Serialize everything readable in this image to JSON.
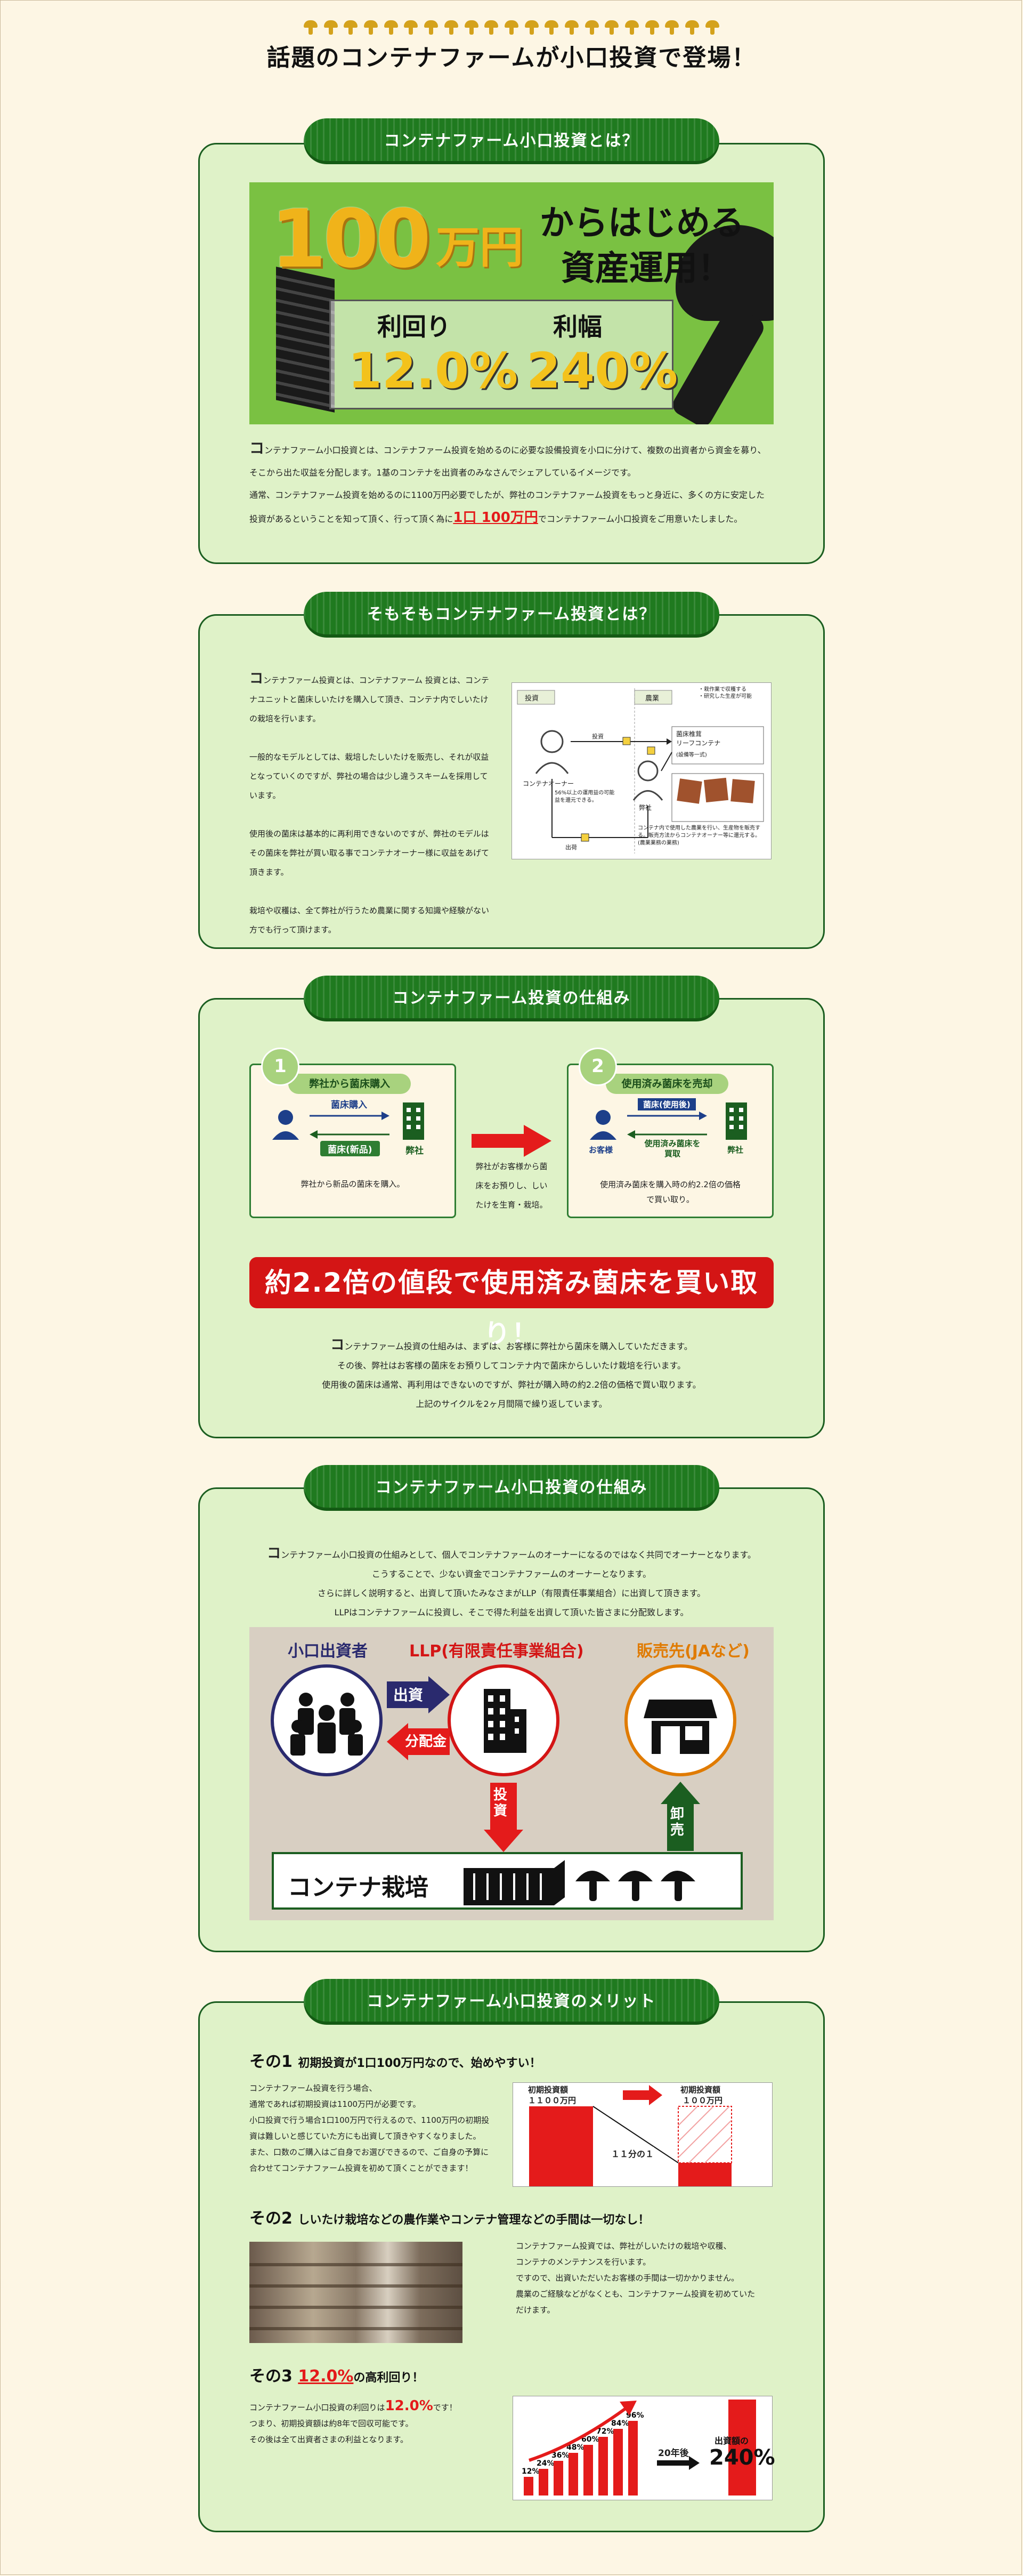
{
  "header": {
    "title": "話題のコンテナファームが小口投資で登場！"
  },
  "section1": {
    "ribbon": "コンテナファーム小口投資とは？",
    "banner": {
      "amount": "100",
      "amount_unit": "万円",
      "line1": "からはじめる",
      "line2": "資産運用！",
      "yield_label": "利回り",
      "yield_value": "12.0%",
      "margin_label": "利幅",
      "margin_value": "240%"
    },
    "p1_first": "コ",
    "p1": "ンテナファーム小口投資とは、コンテナファーム投資を始めるのに必要な設備投資を小口に分けて、複数の出資者から資金を募り、",
    "p2": "そこから出た収益を分配します。1基のコンテナを出資者のみなさんでシェアしているイメージです。",
    "p3": "通常、コンテナファーム投資を始めるのに1100万円必要でしたが、弊社のコンテナファーム投資をもっと身近に、多くの方に安定した",
    "p4_pre": "投資があるということを知って頂く、行って頂く為に",
    "p4_em": "1口 100万円",
    "p4_post": "でコンテナファーム小口投資をご用意いたしました。"
  },
  "section2": {
    "ribbon": "そもそもコンテナファーム投資とは？",
    "p_first": "コ",
    "lines": [
      "ンテナファーム投資とは、コンテナファーム 投資とは、コンテ",
      "ナユニットと菌床しいたけを購入して頂き、コンテナ内でしいたけ",
      "の栽培を行います。",
      "",
      "一般的なモデルとしては、栽培したしいたけを販売し、それが収益",
      "となっていくのですが、弊社の場合は少し違うスキームを採用して",
      "います。",
      "",
      "使用後の菌床は基本的に再利用できないのですが、弊社のモデルは",
      "その菌床を弊社が買い取る事でコンテナオーナー様に収益をあげて",
      "頂きます。",
      "",
      "栽培や収穫は、全て弊社が行うため農業に関する知識や経験がない",
      "方でも行って頂けます。"
    ],
    "diagram": {
      "col1": "投資",
      "col2": "農業",
      "note_top": "・栽作業で収穫する\n・研究した生産が可能",
      "owner": "コンテナオーナー",
      "company": "弊社",
      "product": "菌床椎茸\nリーフコンテナ",
      "product_sub": "(設備等一式)",
      "note_left": "56%以上の運用益の可能\n益を還元できる。",
      "note_bottom": "コンテナ内で使用した農業を行い、生産物を販売する。販売方法からコンテナオーナー等に還元する。(農業業務の業務)",
      "arrow1": "投資",
      "arrow2": "出荷"
    }
  },
  "section3": {
    "ribbon": "コンテナファーム投資の仕組み",
    "step1": {
      "num": "1",
      "head": "弊社から菌床購入",
      "arrow_top": "菌床購入",
      "arrow_bottom": "菌床(新品)",
      "company": "弊社",
      "desc": "弊社から新品の菌床を購入。"
    },
    "middle_text": [
      "弊社がお客様から菌",
      "床をお預りし、しい",
      "たけを生育・栽培。"
    ],
    "step2": {
      "num": "2",
      "head": "使用済み菌床を売却",
      "arrow_top": "菌床(使用後)",
      "arrow_bottom": "使用済み菌床を\n買取",
      "customer": "お客様",
      "company": "弊社",
      "desc1": "使用済み菌床を購入時の約2.2倍の価格",
      "desc2": "で買い取り。"
    },
    "redbar": "約2.2倍の値段で使用済み菌床を買い取り！",
    "lines": [
      "ンテナファーム投資の仕組みは、まずは、お客様に弊社から菌床を購入していただきます。",
      "その後、弊社はお客様の菌床をお預りしてコンテナ内で菌床からしいたけ栽培を行います。",
      "使用後の菌床は通常、再利用はできないのですが、弊社が購入時の約2.2倍の価格で買い取ります。",
      "上記のサイクルを2ヶ月間隔で繰り返しています。"
    ],
    "first_char": "コ"
  },
  "section4": {
    "ribbon": "コンテナファーム小口投資の仕組み",
    "first_char": "コ",
    "lines": [
      "ンテナファーム小口投資の仕組みとして、個人でコンテナファームのオーナーになるのではなく共同でオーナーとなります。",
      "こうすることで、少ない資金でコンテナファームのオーナーとなります。",
      "さらに詳しく説明すると、出資して頂いたみなさまがLLP（有限責任事業組合）に出資して頂きます。",
      "LLPはコンテナファームに投資し、そこで得た利益を出資して頂いた皆さまに分配致します。"
    ],
    "diagram": {
      "investors": "小口出資者",
      "llp": "LLP(有限責任事業組合)",
      "seller": "販売先(JAなど)",
      "invest_arrow": "出資",
      "dividend_arrow": "分配金",
      "down_arrow": "投資",
      "up_arrow": "卸売",
      "container": "コンテナ栽培"
    }
  },
  "section5": {
    "ribbon": "コンテナファーム小口投資のメリット",
    "m1": {
      "num": "その1",
      "title": "初期投資が1口100万円なので、始めやすい！",
      "lines": [
        "コンテナファーム投資を行う場合、",
        "通常であれば初期投資は1100万円が必要です。",
        "小口投資で行う場合1口100万円で行えるので、1100万円の初期投",
        "資は難しいと感じていた方にも出資して頂きやすくなりました。",
        "また、口数のご購入はご自身でお選びできるので、ご自身の予算に",
        "合わせてコンテナファーム投資を初めて頂くことができます！"
      ],
      "chart": {
        "left_label": "初期投資額",
        "left_value": "１１００万円",
        "right_label": "初期投資額",
        "right_value": "１００万円",
        "ratio": "１１分の１"
      }
    },
    "m2": {
      "num": "その2",
      "title": "しいたけ栽培などの農作業やコンテナ管理などの手間は一切なし！",
      "lines": [
        "コンテナファーム投資では、弊社がしいたけの栽培や収穫、",
        "コンテナのメンテナンスを行います。",
        "ですので、出資いただいたお客様の手間は一切かかりません。",
        "農業のご経験などがなくとも、コンテナファーム投資を初めていた",
        "だけます。"
      ]
    },
    "m3": {
      "num": "その3",
      "rate": "12.0%",
      "title_post": "の高利回り！",
      "line1_pre": "コンテナファーム小口投資の利回りは",
      "line1_em": "12.0%",
      "line1_post": "です！",
      "line2": "つまり、初期投資額は約8年で回収可能です。",
      "line3": "その後は全て出資者さまの利益となります。",
      "chart": {
        "values": [
          "12%",
          "24%",
          "36%",
          "48%",
          "60%",
          "72%",
          "84%",
          "96%"
        ],
        "years_label": "20年後",
        "result_label": "出資額の",
        "result_value": "240%"
      }
    }
  },
  "colors": {
    "green_dark": "#1b5e20",
    "ribbon": "#1f7a1f",
    "red": "#e41b1b",
    "panel": "#dff2c8",
    "bg": "#fdf6e4"
  }
}
